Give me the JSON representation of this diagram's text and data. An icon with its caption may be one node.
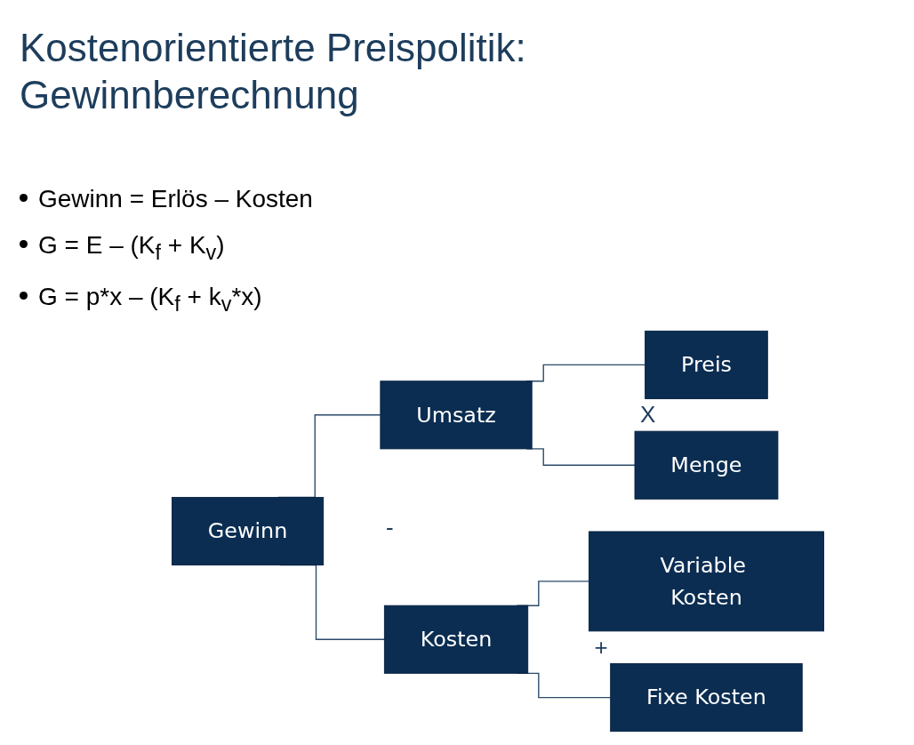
{
  "diagram": {
    "title": "Kostenorientierte Preispolitik: Gewinnberechnung",
    "nodes": [
      {
        "text": [
          "Gewinn"
        ]
      },
      {
        "text": [
          "Umsatz"
        ]
      },
      {
        "text": [
          "Kosten"
        ]
      },
      {
        "text": [
          "Preis"
        ]
      },
      {
        "text": [
          "Menge"
        ]
      },
      {
        "text": [
          "Variable Kosten"
        ]
      },
      {
        "text": [
          "Fixe Kosten"
        ]
      }
    ],
    "edges": [
      {
        "from": 0,
        "to": 1,
        "arrow": "none"
      },
      {
        "from": 0,
        "to": 2,
        "arrow": "none"
      },
      {
        "from": 1,
        "to": 3,
        "arrow": "none"
      },
      {
        "from": 1,
        "to": 4,
        "arrow": "none"
      },
      {
        "from": 2,
        "to": 5,
        "arrow": "none"
      },
      {
        "from": 2,
        "to": 6,
        "arrow": "none"
      }
    ],
    "labels": [
      "Gewinn = Erlös – Kosten",
      "G = E – (K$_{f}$ + K$_{v}$)",
      "G = p*x – (K$_{f}$ + k$_{v}$*x)",
      "X",
      "-",
      "+"
    ]
  }
}
